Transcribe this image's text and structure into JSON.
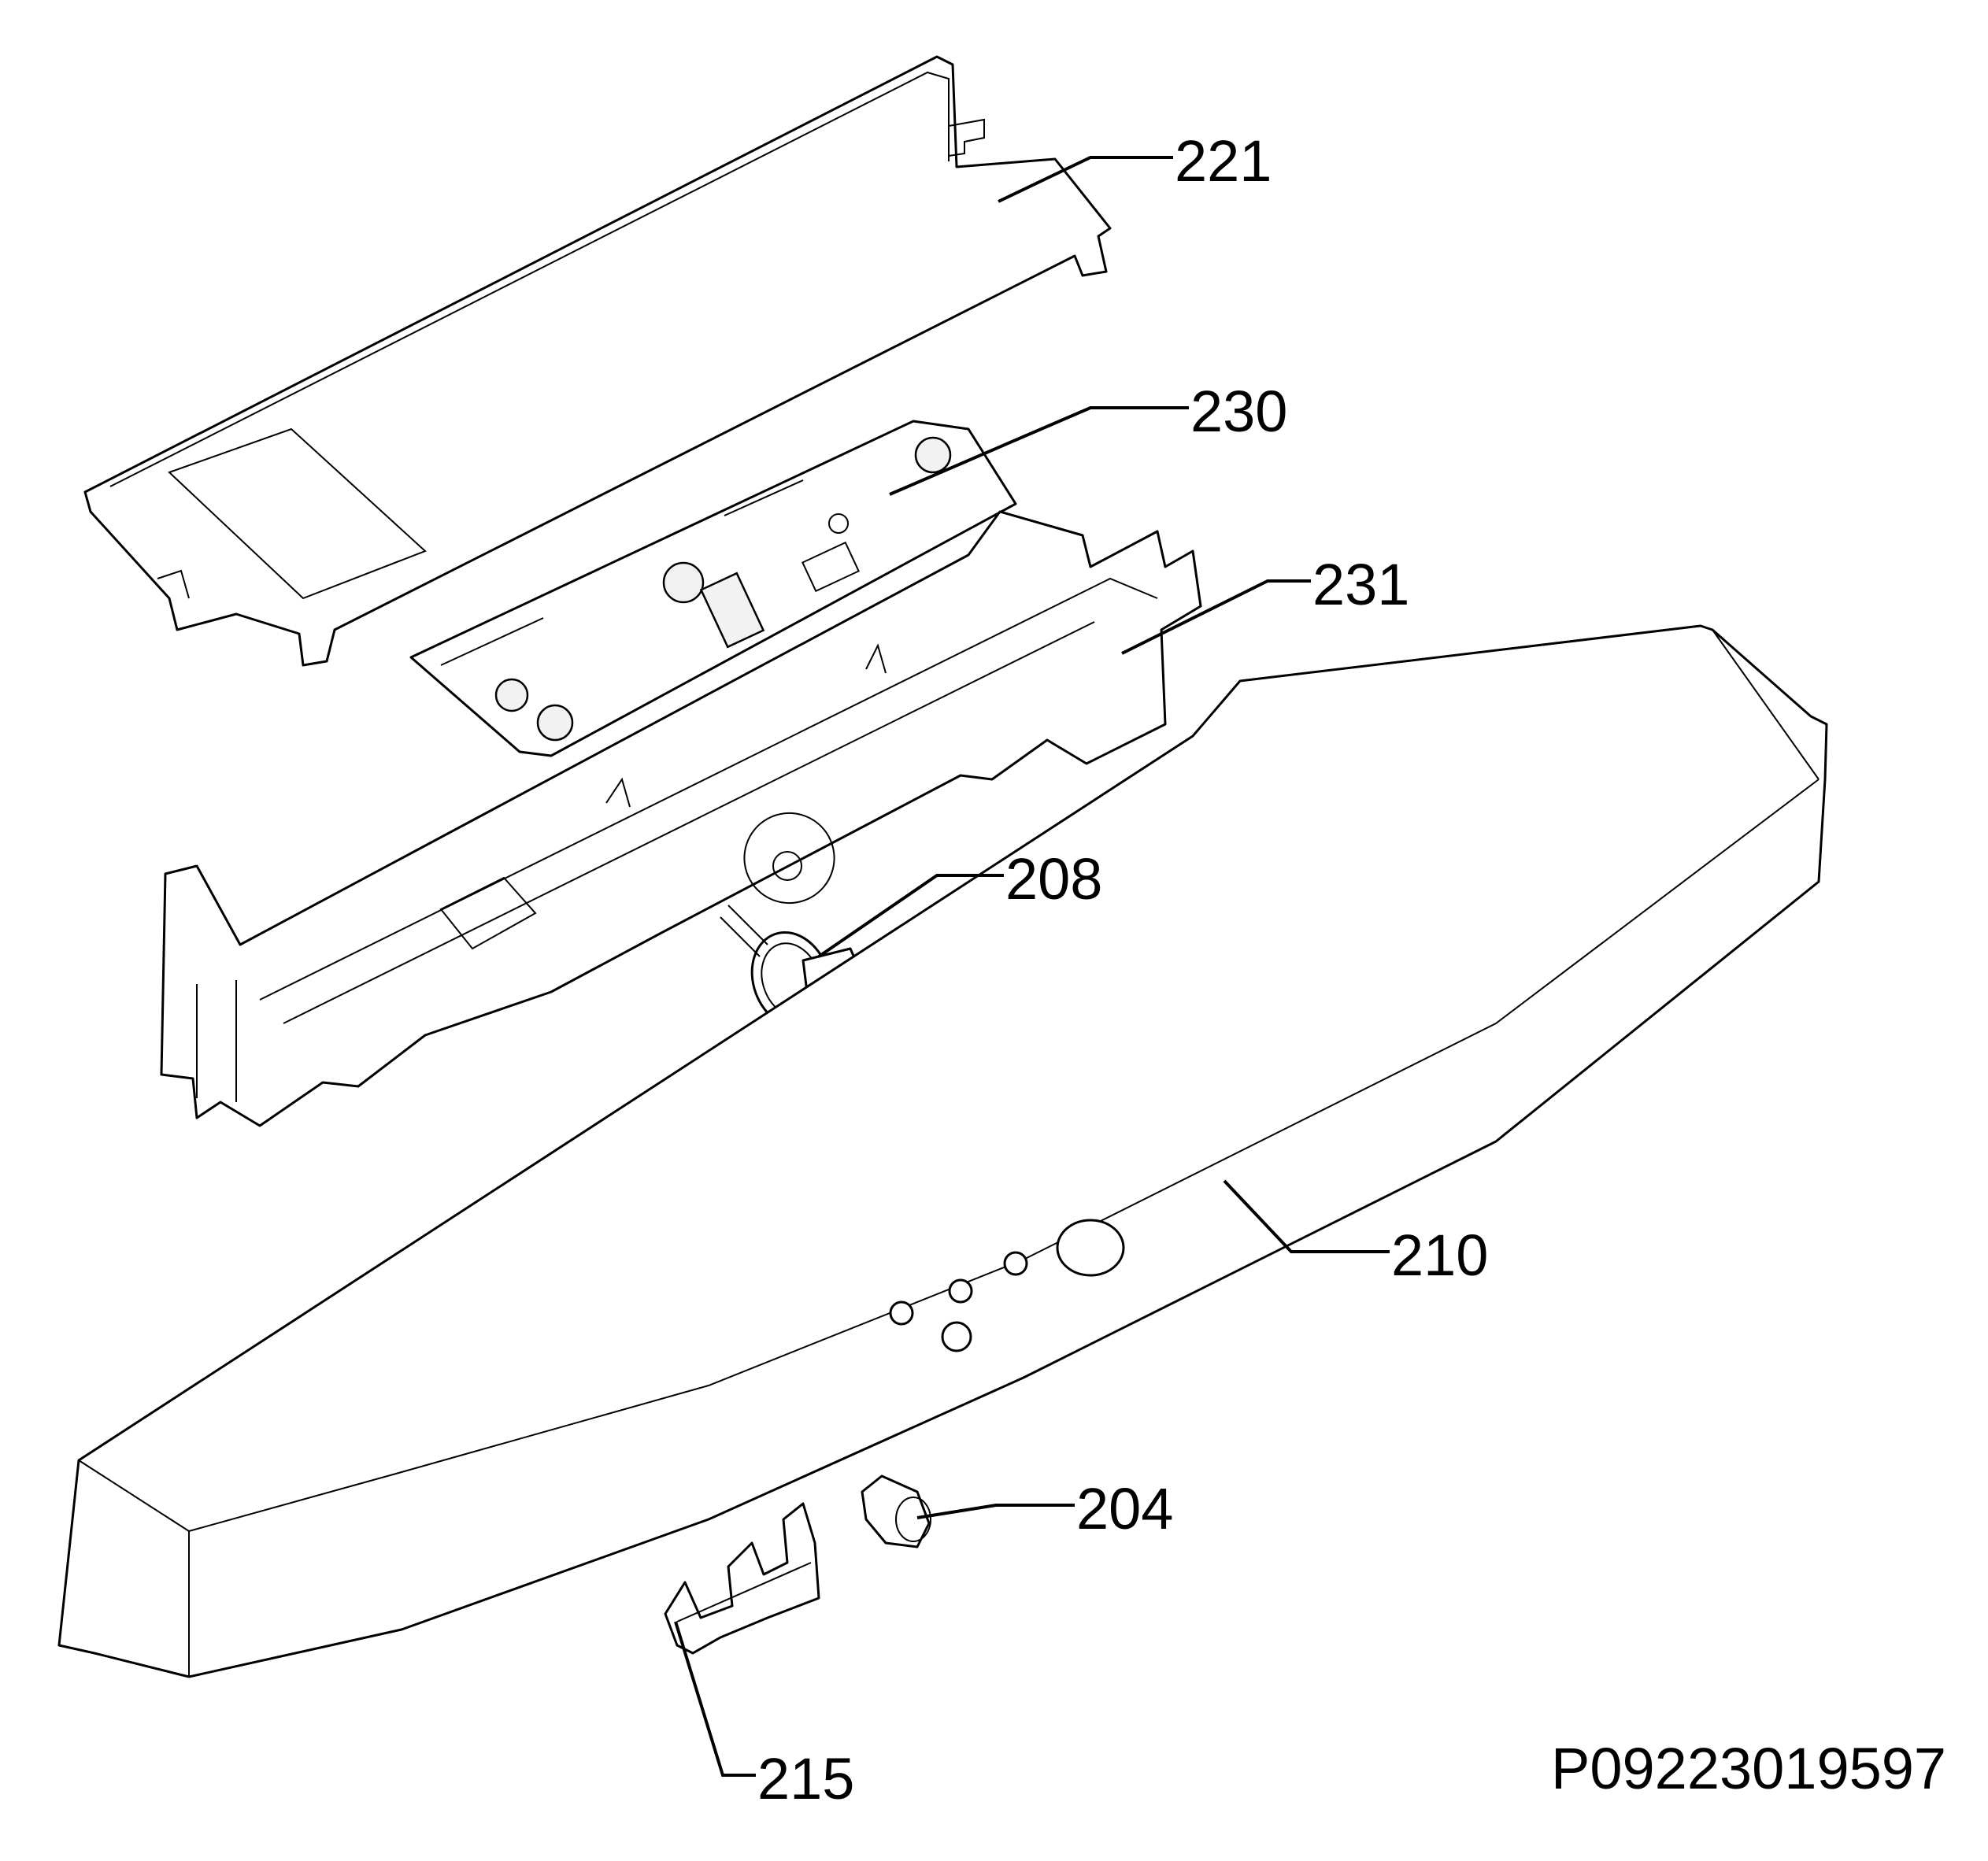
{
  "diagram": {
    "labels": [
      {
        "id": "221",
        "text": "221"
      },
      {
        "id": "230",
        "text": "230"
      },
      {
        "id": "231",
        "text": "231"
      },
      {
        "id": "208",
        "text": "208"
      },
      {
        "id": "210",
        "text": "210"
      },
      {
        "id": "204",
        "text": "204"
      },
      {
        "id": "215",
        "text": "215"
      }
    ],
    "document_id": "P09223019597"
  }
}
